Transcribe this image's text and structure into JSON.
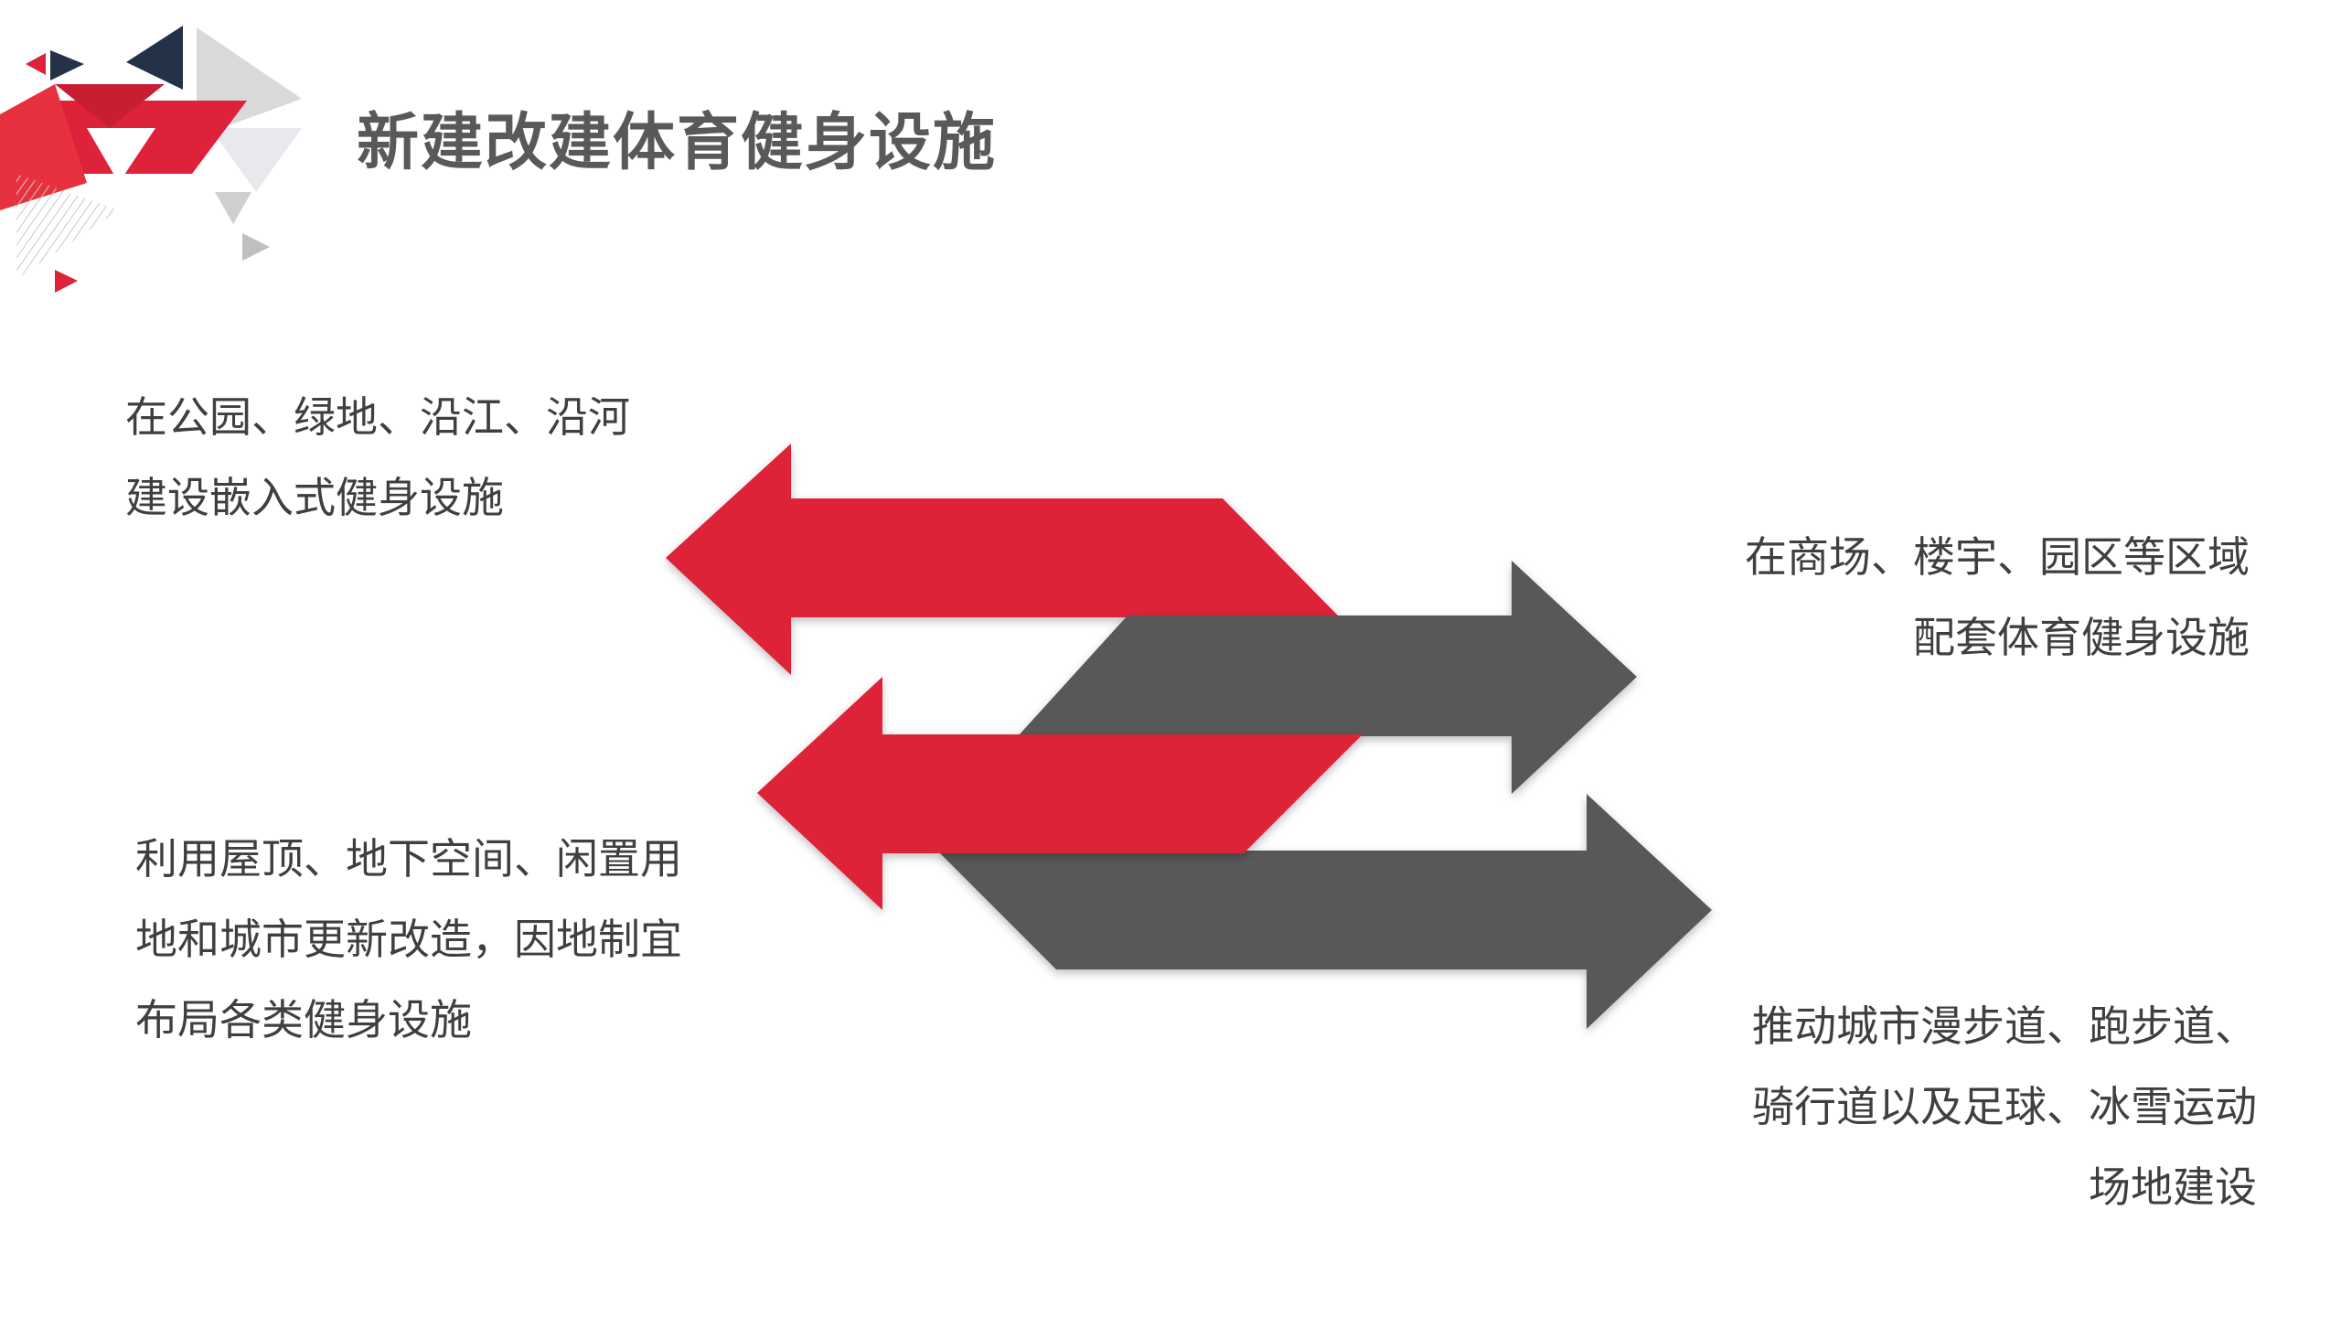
{
  "title": "新建改建体育健身设施",
  "colors": {
    "red": "#DE2239",
    "gray": "#595959",
    "navy": "#243247",
    "text": "#3F3F3F"
  },
  "blocks": [
    {
      "lines": [
        "在公园、绿地、沿江、沿河",
        "建设嵌入式健身设施"
      ]
    },
    {
      "lines": [
        "在商场、楼宇、园区等区域",
        "配套体育健身设施"
      ]
    },
    {
      "lines": [
        "利用屋顶、地下空间、闲置用",
        "地和城市更新改造，因地制宜",
        "布局各类健身设施"
      ]
    },
    {
      "lines": [
        "推动城市漫步道、跑步道、",
        "骑行道以及足球、冰雪运动",
        "场地建设"
      ]
    }
  ]
}
